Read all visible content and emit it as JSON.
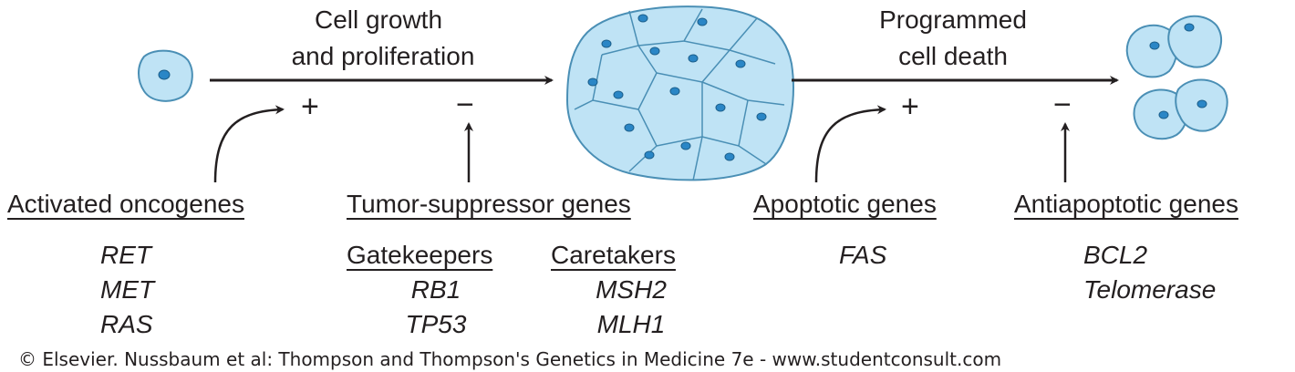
{
  "process": {
    "growth_label_line1": "Cell growth",
    "growth_label_line2": "and proliferation",
    "death_label_line1": "Programmed",
    "death_label_line2": "cell death",
    "plus": "+",
    "minus": "−"
  },
  "groups": {
    "oncogenes": {
      "title": "Activated oncogenes",
      "genes": [
        "RET",
        "MET",
        "RAS"
      ]
    },
    "tumor_suppressors": {
      "title": "Tumor-suppressor genes",
      "gatekeepers": {
        "title": "Gatekeepers",
        "genes": [
          "RB1",
          "TP53"
        ]
      },
      "caretakers": {
        "title": "Caretakers",
        "genes": [
          "MSH2",
          "MLH1"
        ]
      }
    },
    "apoptotic": {
      "title": "Apoptotic genes",
      "genes": [
        "FAS"
      ]
    },
    "antiapoptotic": {
      "title": "Antiapoptotic genes",
      "genes": [
        "BCL2",
        "Telomerase"
      ]
    }
  },
  "colors": {
    "cell_fill": "#bfe3f5",
    "cell_stroke": "#4a8fb5",
    "nucleus": "#2a86c6",
    "ink": "#231f20"
  },
  "footer": {
    "copyright": "© Elsevier. Nussbaum et al: Thompson and Thompson's Genetics in Medicine 7e - www.studentconsult.com"
  }
}
